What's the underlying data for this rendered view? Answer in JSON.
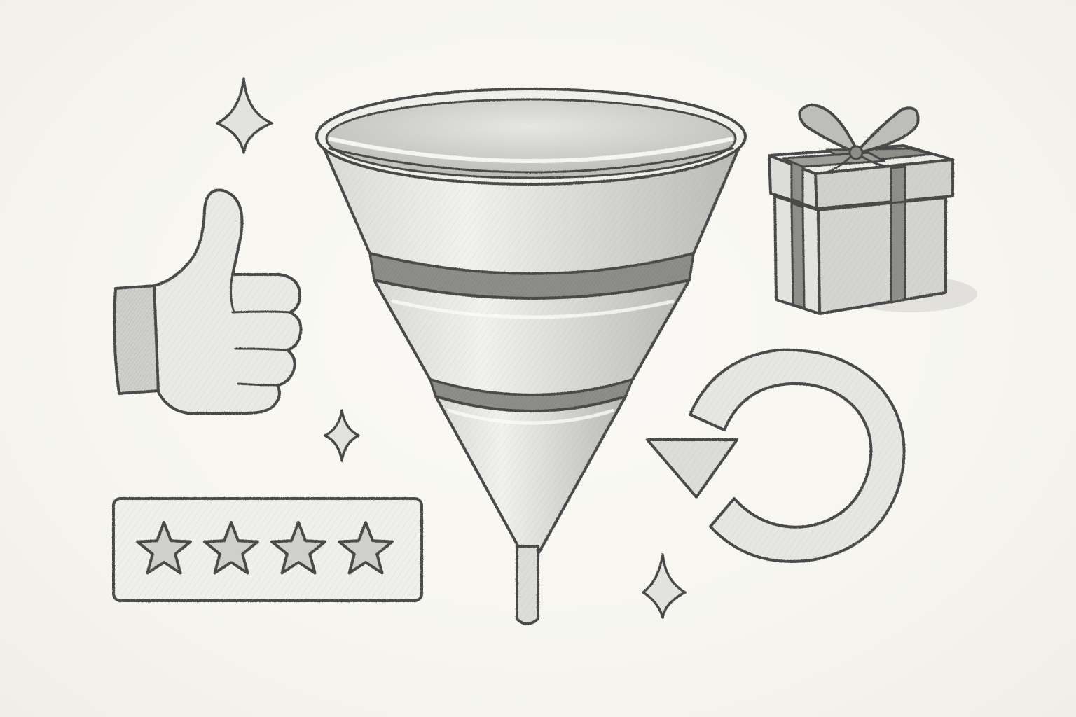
{
  "scene": {
    "style": "pencil sketch illustration",
    "stroke_color": "#4a4a4a",
    "fill_light": "#e8e8e6",
    "fill_mid": "#d6d6d3",
    "fill_dark": "#a9a9a6",
    "background": "#f7f6f1"
  },
  "illustrations": [
    {
      "name": "funnel",
      "icon": "funnel-icon",
      "segments": 3
    },
    {
      "name": "thumbs-up",
      "icon": "thumbs-up-icon"
    },
    {
      "name": "gift-box",
      "icon": "gift-icon"
    },
    {
      "name": "refresh-arrow",
      "icon": "refresh-icon"
    },
    {
      "name": "star-rating",
      "icon": "star-icon",
      "filled_stars": 4
    },
    {
      "name": "sparkles",
      "icon": "sparkle-icon",
      "count": 3
    }
  ]
}
